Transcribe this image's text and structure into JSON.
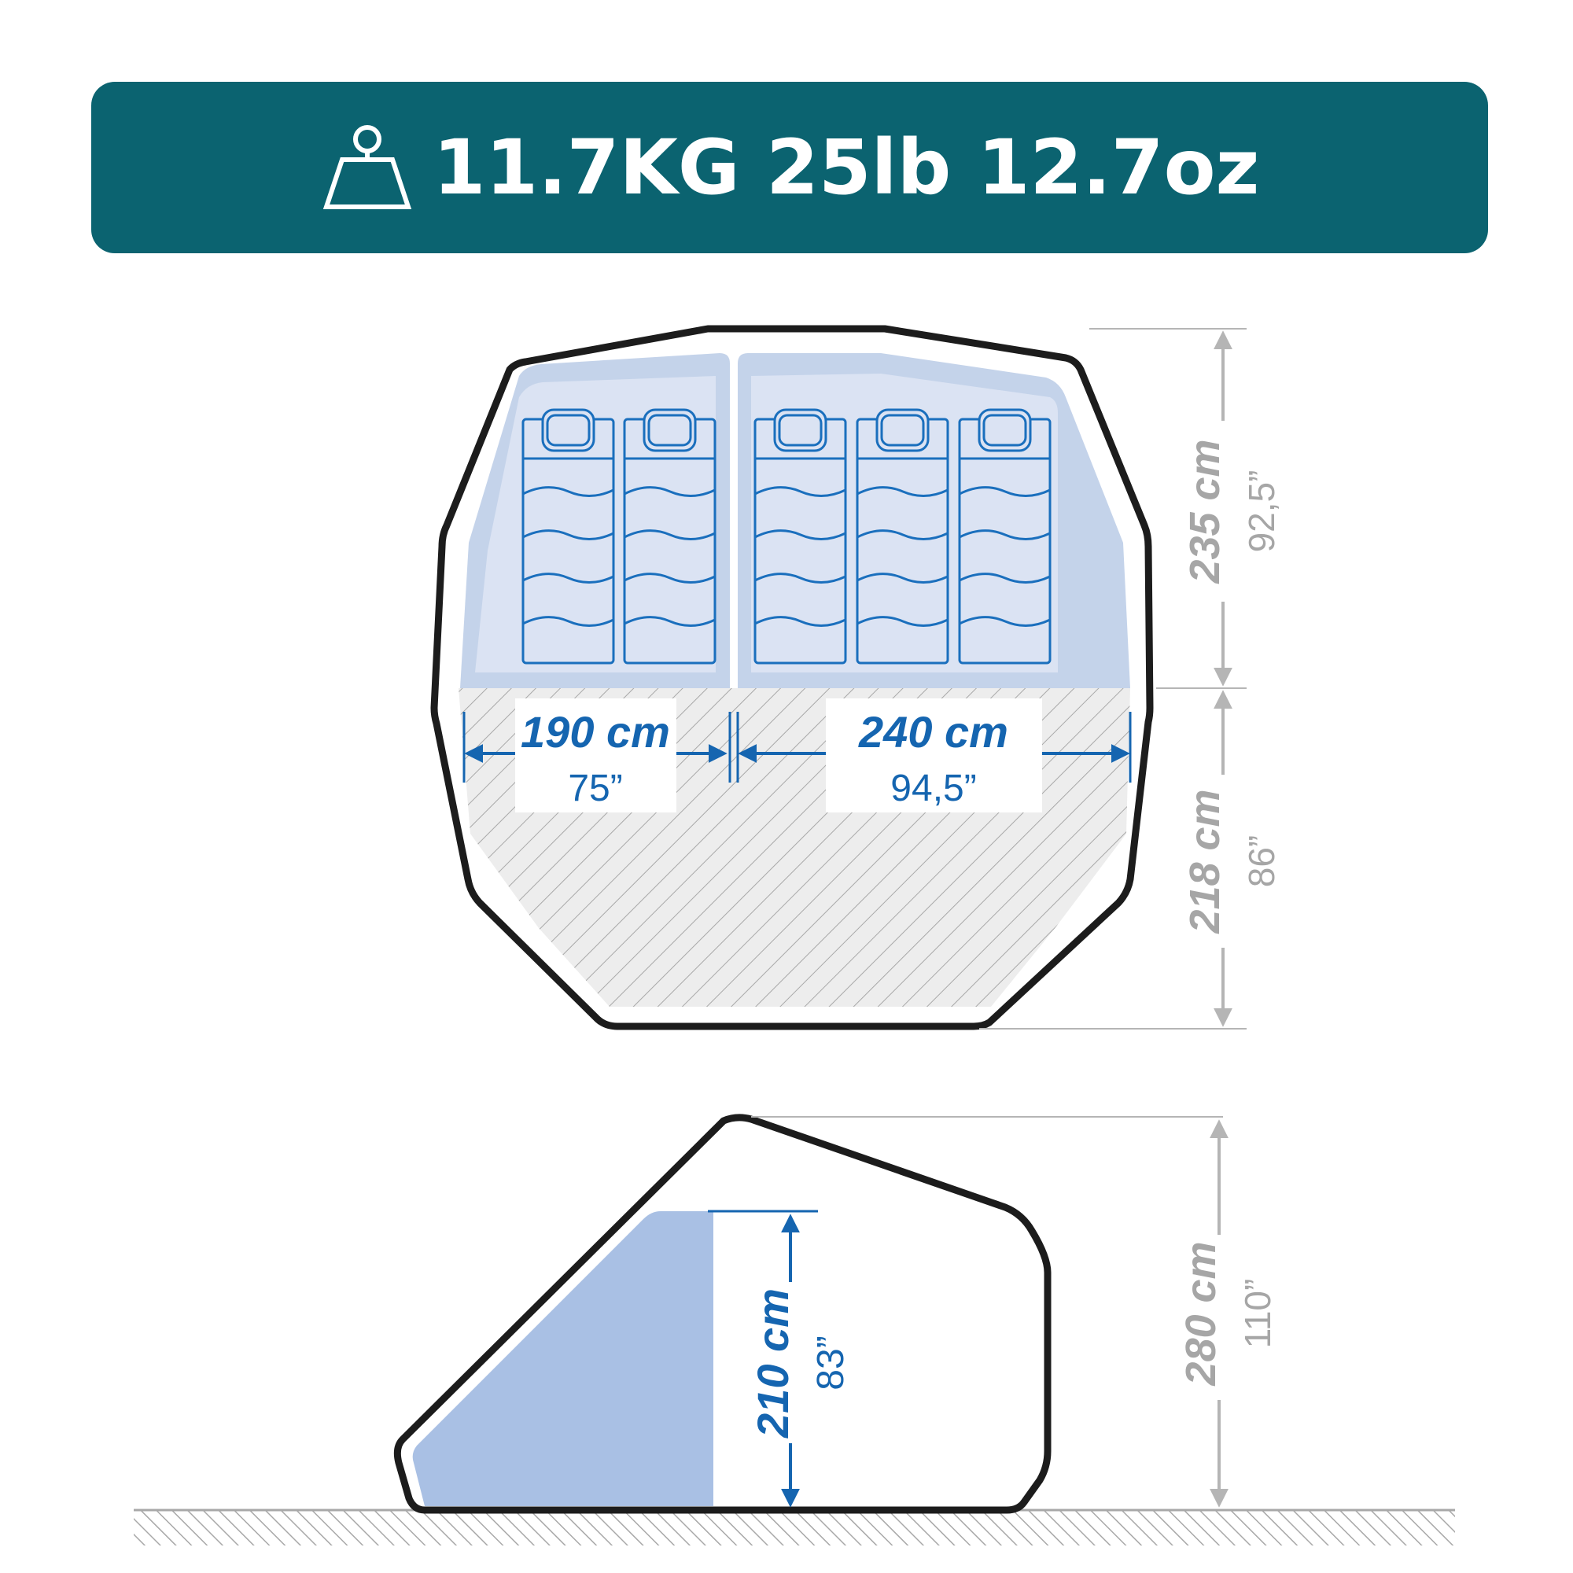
{
  "weight": {
    "icon": "weight-icon",
    "text": "11.7KG 25lb 12.7oz"
  },
  "colors": {
    "banner": "#0b6370",
    "blue_text": "#1565b0",
    "grey_text": "#a6a6a6",
    "sleep_area": "#c4d3ea",
    "sleep_area_side": "#a9c0e4",
    "living_area": "#ededed"
  },
  "top_view": {
    "bedroom_left": {
      "width_cm": "190 cm",
      "width_in": "75”"
    },
    "bedroom_right": {
      "width_cm": "240 cm",
      "width_in": "94,5”"
    },
    "depth_bedroom": {
      "cm": "235 cm",
      "in": "92,5”"
    },
    "depth_living": {
      "cm": "218 cm",
      "in": "86”"
    }
  },
  "side_view": {
    "inner_height": {
      "cm": "210 cm",
      "in": "83”"
    },
    "total_height": {
      "cm": "280 cm",
      "in": "110”"
    }
  }
}
